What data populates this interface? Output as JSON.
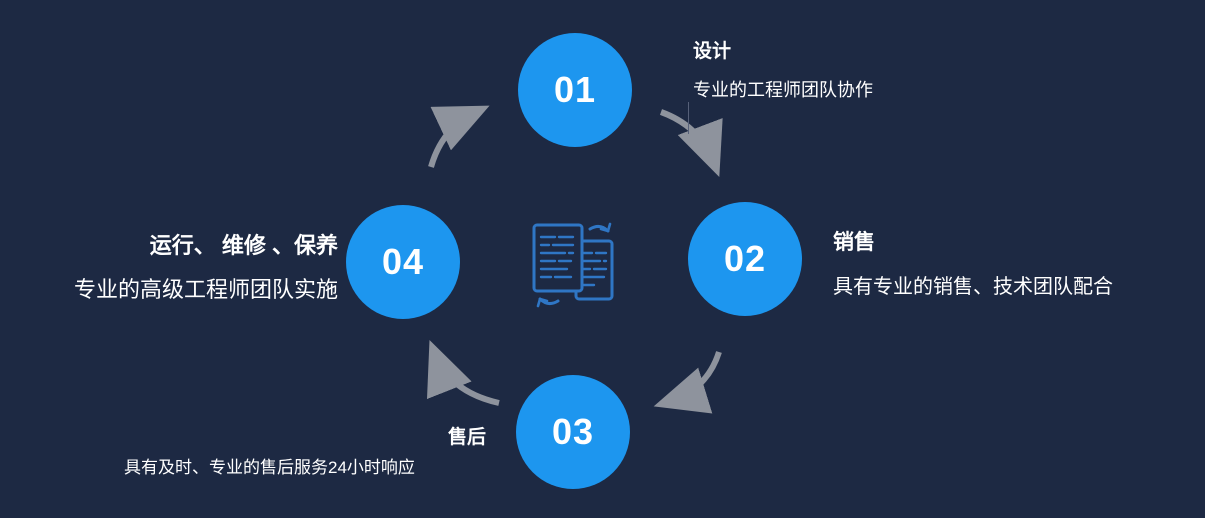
{
  "diagram": {
    "kind": "circular-process",
    "background_color": "#1d2943",
    "circle_color": "#1d96ef",
    "arrow_color": "#8e939d",
    "text_color": "#ffffff",
    "center_icon": "document-transfer-icon",
    "center_icon_color": "#2f76c5"
  },
  "steps": [
    {
      "number": "01",
      "title": "设计",
      "desc": "专业的工程师团队协作",
      "position": "top"
    },
    {
      "number": "02",
      "title": "销售",
      "desc": "具有专业的销售、技术团队配合",
      "position": "right"
    },
    {
      "number": "03",
      "title": "售后",
      "desc": "具有及时、专业的售后服务24小时响应",
      "position": "bottom"
    },
    {
      "number": "04",
      "title": "运行、 维修 、保养",
      "desc": "专业的高级工程师团队实施",
      "position": "left"
    }
  ]
}
